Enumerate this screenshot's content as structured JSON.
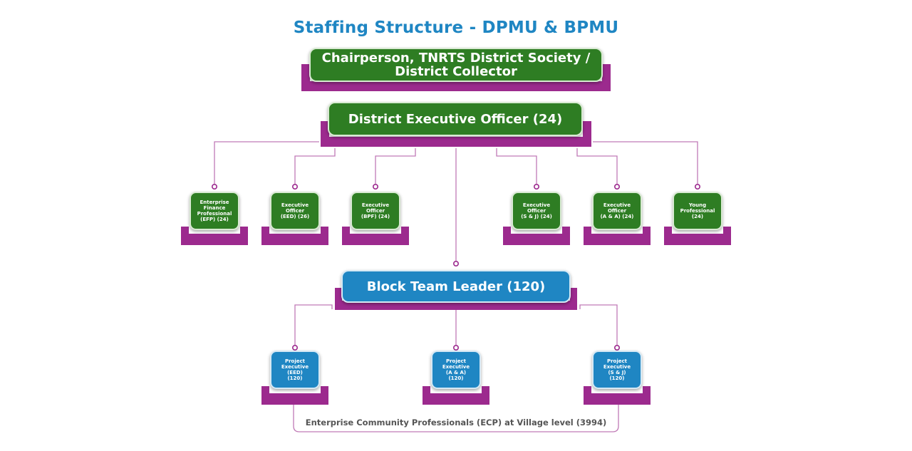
{
  "title": "Staffing Structure - DPMU & BPMU",
  "top": {
    "line1": "Chairperson, TNRTS District Society /",
    "line2": "District Collector"
  },
  "district_exec": "District Executive Officer (24)",
  "officers": [
    {
      "lines": [
        "Enterprise",
        "Finance",
        "Professional",
        "(EFP) (24)"
      ]
    },
    {
      "lines": [
        "Executive",
        "Officer",
        "(EED) (26)"
      ]
    },
    {
      "lines": [
        "Executive",
        "Officer",
        "(BPF) (24)"
      ]
    },
    {
      "lines": [
        "Executive",
        "Officer",
        "(S & J) (24)"
      ]
    },
    {
      "lines": [
        "Executive",
        "Officer",
        "(A & A) (24)"
      ]
    },
    {
      "lines": [
        "Young",
        "Professional",
        "(24)"
      ]
    }
  ],
  "block_leader": "Block Team Leader (120)",
  "project_execs": [
    {
      "lines": [
        "Project",
        "Executive",
        "(EED)",
        "(120)"
      ]
    },
    {
      "lines": [
        "Project",
        "Executive",
        "(A & A)",
        "(120)"
      ]
    },
    {
      "lines": [
        "Project",
        "Executive",
        "(S & J)",
        "(120)"
      ]
    }
  ],
  "ecp": "Enterprise Community Professionals (ECP) at Village level (3994)",
  "colors": {
    "title": "#1f86c3",
    "green_box": "#2e7d23",
    "blue_box": "#1f86c3",
    "tray": "#9c2a8e",
    "connector": "#b45aa8",
    "ecp_text": "#555555"
  }
}
